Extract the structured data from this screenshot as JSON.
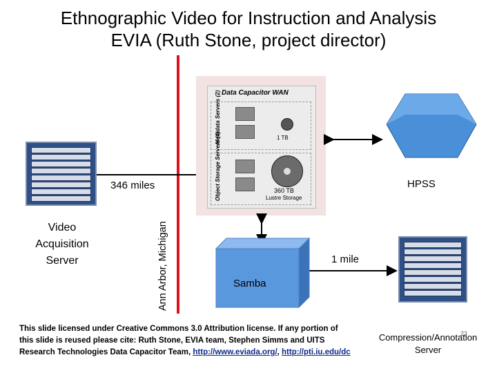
{
  "title": {
    "line1": "Ethnographic Video for Instruction and Analysis",
    "line2": "EVIA (Ruth Stone, project director)"
  },
  "labels": {
    "miles346": "346 miles",
    "hpss": "HPSS",
    "video_server": [
      "Video",
      "Acquisition",
      "Server"
    ],
    "ann_arbor": "Ann Arbor, Michigan",
    "one_mile": "1 mile",
    "samba": "Samba",
    "compression": [
      "Compression/Annotation",
      "Server"
    ],
    "slide_number": "22"
  },
  "data_capacitor": {
    "title": "Data Capacitor WAN",
    "metadata_servers": "Metadata Servers (2)",
    "object_storage_servers": "Object Storage Servers (4)",
    "tb1": "1 TB",
    "tb360": "360 TB",
    "lustre": "Lustre Storage"
  },
  "footer": {
    "text": "This slide licensed under Creative Commons 3.0 Attribution license. If any portion of this slide is reused please cite: Ruth Stone, EVIA team, Stephen Simms and UITS Research Technologies Data Capacitor Team, ",
    "link1": "http://www.eviada.org/",
    "sep": ", ",
    "link2": "http://pti.iu.edu/dc"
  },
  "colors": {
    "red_line": "#e0101a",
    "hexagon": "#4a90d9",
    "samba_box": "#4f8fd6",
    "rack": "#2f4f87"
  }
}
